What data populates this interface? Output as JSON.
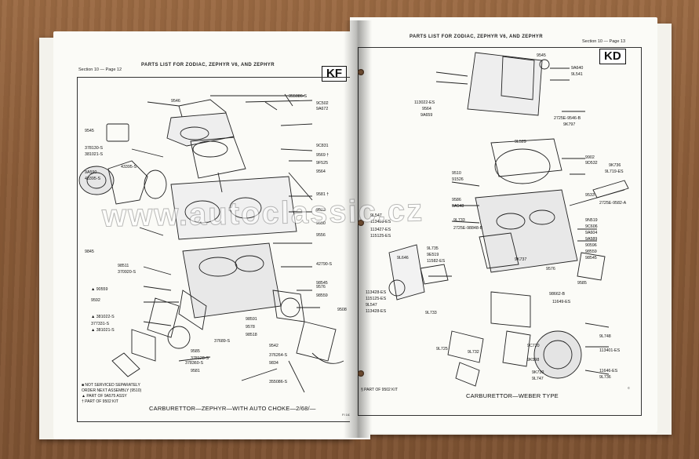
{
  "left_page": {
    "header": "PARTS LIST FOR ZODIAC, ZEPHYR V6, AND ZEPHYR",
    "section": "Section 10 — Page 12",
    "code": "KF",
    "caption": "CARBURETTOR—ZEPHYR—WITH AUTO CHOKE—2/68/—",
    "notes": [
      "■ NOT SERVICED SEPARATELY",
      "ORDER NEXT ASSEMBLY (9510)",
      "▲ PART OF 9A575 ASSY",
      "† PART OF 9502 KIT"
    ],
    "corner_mark": "FI 163",
    "parts": [
      "9546",
      "355086-S",
      "9C502",
      "9A672",
      "9545",
      "378130-S",
      "381021-S",
      "9C831",
      "9569 †",
      "43395-S",
      "9F525",
      "9A590",
      "43395-S",
      "9564",
      "9581 †",
      "9533",
      "9550",
      "9556",
      "9845",
      "98511",
      "370920-S",
      "42790-S",
      "9576",
      "98559",
      "98545",
      "▲ 90559",
      "9592",
      "▲ 381022-S",
      "377331-S",
      "▲ 381021-S",
      "9508",
      "378360-S",
      "9581",
      "98591",
      "9578",
      "98518",
      "9542",
      "376264-S",
      "9834",
      "9585",
      "378128-S",
      "37689-S",
      "355086-S"
    ]
  },
  "right_page": {
    "header": "PARTS LIST FOR ZODIAC, ZEPHYR V6, AND ZEPHYR",
    "section": "Section 10 — Page 13",
    "code": "KD",
    "caption": "CARBURETTOR—WEBER TYPE",
    "note": "§ PART OF 9502 KIT",
    "corner_mark": "©",
    "parts": [
      "9545",
      "9A640",
      "9L541",
      "113022-ES",
      "9564",
      "9A659",
      "2725E-9546-B",
      "9K797",
      "9K736",
      "9L719-ES",
      "9L529",
      "9902",
      "9D532",
      "9533",
      "2725E-9582-A",
      "9L547",
      "113428-ES",
      "9510",
      "91526",
      "9586",
      "9A548",
      "9L646",
      "9L733",
      "2725E-98848-B",
      "113427-ES",
      "115125-ES",
      "9L735",
      "9E519",
      "11582-ES",
      "9N519",
      "9C606",
      "9A604",
      "9A589",
      "90596",
      "98559",
      "98545",
      "9576",
      "9585",
      "9K737",
      "113428-ES",
      "115125-ES",
      "98662-B",
      "11649-ES",
      "9L547",
      "113428-ES",
      "9L733",
      "9C720",
      "9L725",
      "9L732",
      "9K598",
      "113401-ES",
      "11646-ES",
      "9L736",
      "9K730",
      "9L747",
      "9L748"
    ]
  },
  "watermark": "www.autoclassic.cz"
}
